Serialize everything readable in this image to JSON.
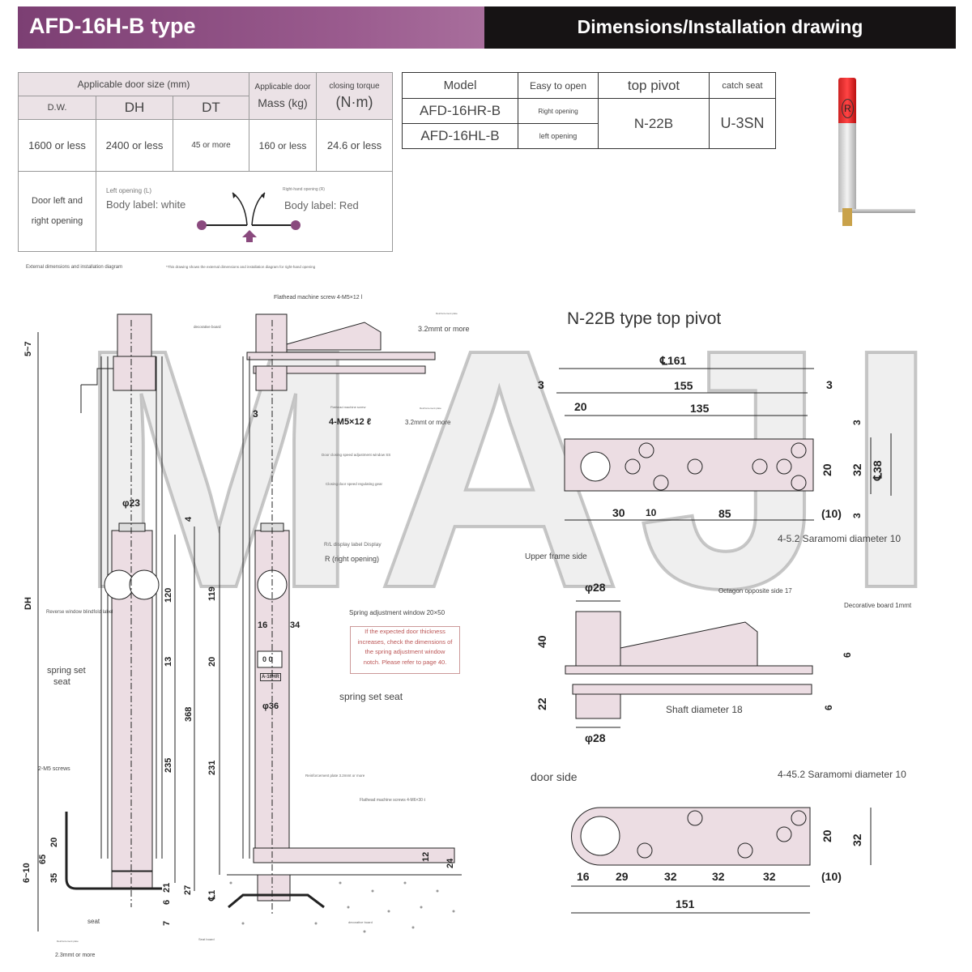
{
  "header": {
    "title": "AFD-16H-B type",
    "section_title": "Dimensions/Installation drawing"
  },
  "spec_table": {
    "group_header": "Applicable door size (mm)",
    "mass_header_1": "Applicable door",
    "mass_header_2": "Mass (kg)",
    "torque_header_1": "closing torque",
    "torque_header_2": "(N·m)",
    "columns": [
      "D.W.",
      "DH",
      "DT"
    ],
    "values": [
      "1600 or less",
      "2400 or less",
      "45 or more",
      "160 or less",
      "24.6 or less"
    ],
    "opening_label_1": "Door left and",
    "opening_label_2": "right opening",
    "left_small": "Left opening (L)",
    "left_label": "Body label: white",
    "right_small": "Right-hand opening (R)",
    "right_label": "Body label: Red",
    "accent": "#8a4a7e"
  },
  "model_table": {
    "headers": [
      "Model",
      "Easy to open",
      "top pivot",
      "catch seat"
    ],
    "rows": [
      {
        "model": "AFD-16HR-B",
        "open": "Right opening"
      },
      {
        "model": "AFD-16HL-B",
        "open": "left opening"
      }
    ],
    "top_pivot": "N-22B",
    "catch_seat": "U-3SN"
  },
  "captions": {
    "external": "External dimensions and installation diagram",
    "note": "*This drawing shows the external dimensions and installation diagram for right-hand opening"
  },
  "watermark": "MAJI",
  "product_label": "R",
  "left_drawing": {
    "labels": [
      "5~7",
      "DH",
      "φ23",
      "4",
      "120",
      "13",
      "368",
      "235",
      "Reverse window blindfold label",
      "spring set",
      "seat",
      "2-M5 screws",
      "65",
      "20",
      "35",
      "6~10",
      "21",
      "27",
      "6",
      "7",
      "seat",
      "Reinforcement plate",
      "2.3mmt or more"
    ]
  },
  "middle_drawing": {
    "labels": [
      "Flathead machine screw 4-M5×12 l",
      "Reinforcement plate",
      "decorative board",
      "3.2mmt or more",
      "3",
      "Flathead machine screw",
      "Reinforcement plate",
      "4-M5×12 ℓ",
      "3.2mmt or more",
      "Door closing speed adjustment window SS",
      "Closing door speed regulating gear",
      "R/L display label Display",
      "R (right opening)",
      "119",
      "Spring adjustment window 20×50",
      "16",
      "34",
      "20",
      "spring set seat",
      "φ36",
      "231",
      "Reinforcement plate 3.2mmt or more",
      "Flathead machine screws 4-M6×30 ℓ",
      "12",
      "24",
      "℄1",
      "Seat board",
      "decorative board",
      "A-16HR",
      "0 0"
    ],
    "note_lines": [
      "If the expected door thickness",
      "increases, check the dimensions of",
      "the spring adjustment window",
      "notch. Please refer to page 40."
    ]
  },
  "pivot_drawing": {
    "title": "N-22B type top pivot",
    "labels": [
      "℄161",
      "3",
      "155",
      "3",
      "20",
      "135",
      "3",
      "20",
      "32",
      "℄38",
      "3",
      "30",
      "10",
      "85",
      "(10)",
      "4-5.2 Saramomi diameter 10",
      "Upper frame side",
      "φ28",
      "Octagon opposite side 17",
      "Decorative board 1mmt",
      "40",
      "6",
      "22",
      "6",
      "Shaft diameter 18",
      "φ28",
      "door side",
      "4-45.2 Saramomi diameter 10",
      "20",
      "32",
      "16",
      "29",
      "32",
      "32",
      "32",
      "(10)",
      "151"
    ]
  }
}
